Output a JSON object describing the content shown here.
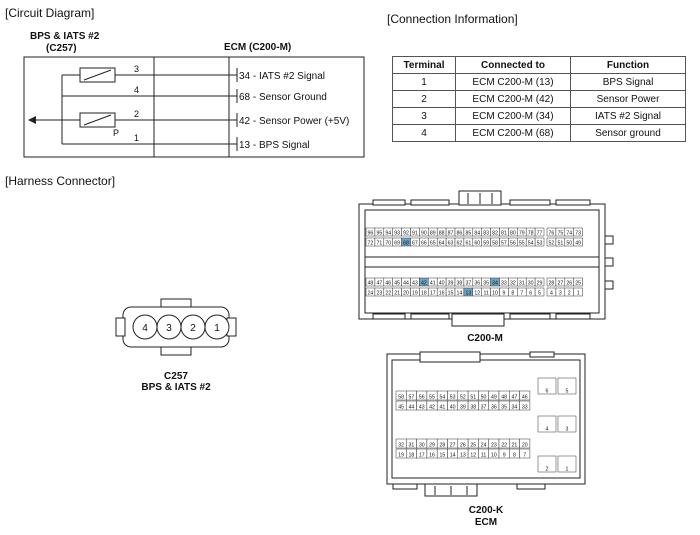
{
  "headers": {
    "circuit": "[Circuit Diagram]",
    "connection": "[Connection Information]",
    "harness": "[Harness Connector]"
  },
  "sensor": {
    "name": "BPS & IATS #2",
    "connector": "(C257)"
  },
  "ecm": {
    "title": "ECM (C200-M)"
  },
  "sensor_pins": [
    "3",
    "4",
    "2",
    "1"
  ],
  "ecm_pins": [
    "34 - IATS #2 Signal",
    "68 - Sensor Ground",
    "42 - Sensor Power (+5V)",
    "13 - BPS Signal"
  ],
  "p_label": "P",
  "table": {
    "headers": [
      "Terminal",
      "Connected to",
      "Function"
    ],
    "rows": [
      [
        "1",
        "ECM C200-M (13)",
        "BPS Signal"
      ],
      [
        "2",
        "ECM C200-M (42)",
        "Sensor Power"
      ],
      [
        "3",
        "ECM C200-M (34)",
        "IATS #2 Signal"
      ],
      [
        "4",
        "ECM C200-M (68)",
        "Sensor ground"
      ]
    ]
  },
  "c257": {
    "pins": [
      "4",
      "3",
      "2",
      "1"
    ],
    "label1": "C257",
    "label2": "BPS & IATS #2"
  },
  "c200m": {
    "label": "C200-M",
    "row1": [
      "96",
      "95",
      "94",
      "93",
      "92",
      "91",
      "90",
      "89",
      "88",
      "87",
      "86",
      "85",
      "84",
      "83",
      "82",
      "81",
      "80",
      "79",
      "78",
      "77",
      "",
      "76",
      "75",
      "74",
      "73"
    ],
    "row2": [
      "72",
      "71",
      "70",
      "69",
      "68",
      "67",
      "66",
      "65",
      "64",
      "63",
      "62",
      "61",
      "60",
      "59",
      "58",
      "57",
      "56",
      "55",
      "54",
      "53",
      "",
      "52",
      "51",
      "50",
      "49"
    ],
    "row3": [
      "48",
      "47",
      "46",
      "45",
      "44",
      "43",
      "42",
      "41",
      "40",
      "39",
      "38",
      "37",
      "36",
      "35",
      "34",
      "33",
      "32",
      "31",
      "30",
      "29",
      "",
      "28",
      "27",
      "26",
      "25"
    ],
    "row4": [
      "24",
      "23",
      "22",
      "21",
      "20",
      "19",
      "18",
      "17",
      "16",
      "15",
      "14",
      "13",
      "12",
      "11",
      "10",
      "9",
      "8",
      "7",
      "6",
      "5",
      "",
      "4",
      "3",
      "2",
      "1"
    ],
    "highlight": [
      "68",
      "42",
      "34",
      "13"
    ],
    "highlight_color": "#6aa6c8"
  },
  "c200k": {
    "label1": "C200-K",
    "label2": "ECM",
    "row1": [
      "58",
      "57",
      "56",
      "55",
      "54",
      "53",
      "52",
      "51",
      "50",
      "49",
      "48",
      "47",
      "46"
    ],
    "row2": [
      "45",
      "44",
      "43",
      "42",
      "41",
      "40",
      "39",
      "38",
      "37",
      "36",
      "35",
      "34",
      "33"
    ],
    "row3": [
      "32",
      "31",
      "30",
      "29",
      "28",
      "27",
      "26",
      "25",
      "24",
      "23",
      "22",
      "21",
      "20"
    ],
    "row4": [
      "19",
      "18",
      "17",
      "16",
      "15",
      "14",
      "13",
      "12",
      "11",
      "10",
      "9",
      "8",
      "7"
    ],
    "pairs": [
      [
        "6",
        "5"
      ],
      [
        "4",
        "3"
      ],
      [
        "2",
        "1"
      ]
    ]
  }
}
